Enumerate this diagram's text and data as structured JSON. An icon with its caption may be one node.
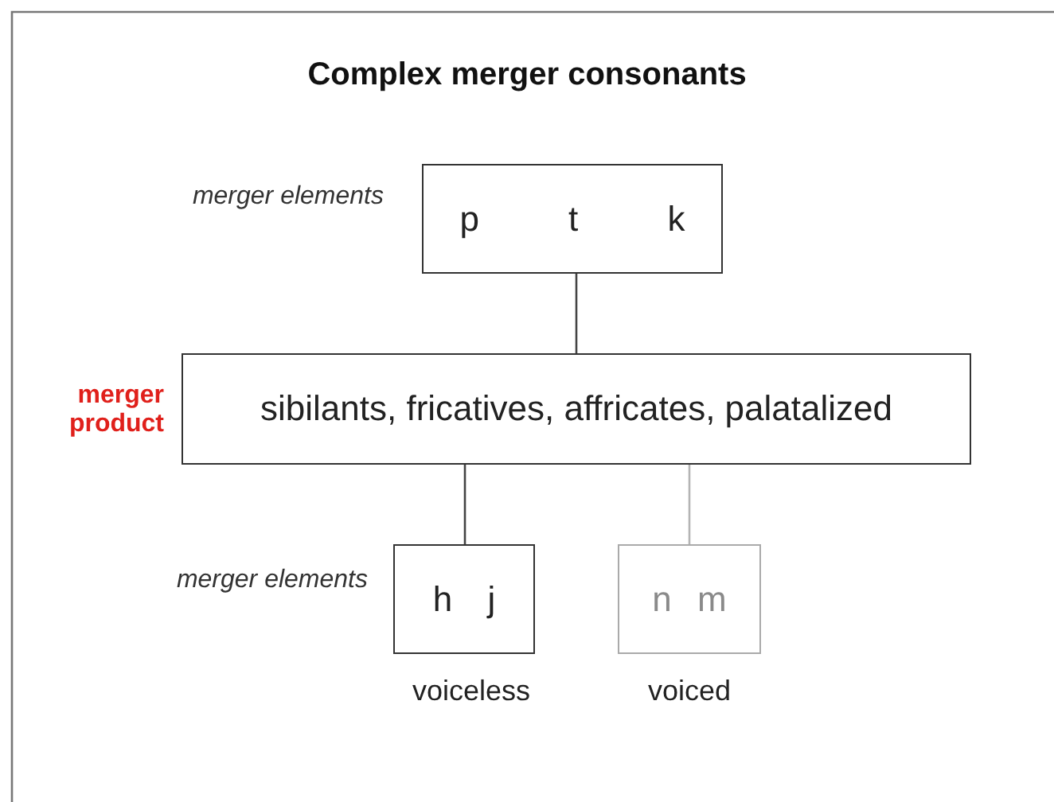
{
  "diagram": {
    "title": "Complex merger consonants",
    "nodes": [
      {
        "text": [
          "p t k"
        ],
        "beside": [
          "merger elements"
        ]
      },
      {
        "text": [
          "sibilants, fricatives, affricates, palatalized"
        ],
        "beside": [
          "merger product"
        ]
      },
      {
        "text": [
          "h j"
        ],
        "beside": [
          "merger elements",
          "voiceless"
        ]
      },
      {
        "text": [
          "n m"
        ],
        "beside": [
          "voiced"
        ]
      }
    ],
    "edges": [
      {
        "from": 0,
        "to": 1,
        "arrow": "none"
      },
      {
        "from": 1,
        "to": 2,
        "arrow": "none"
      },
      {
        "from": 1,
        "to": 3,
        "arrow": "none",
        "color": "#b4b4b4"
      }
    ]
  }
}
